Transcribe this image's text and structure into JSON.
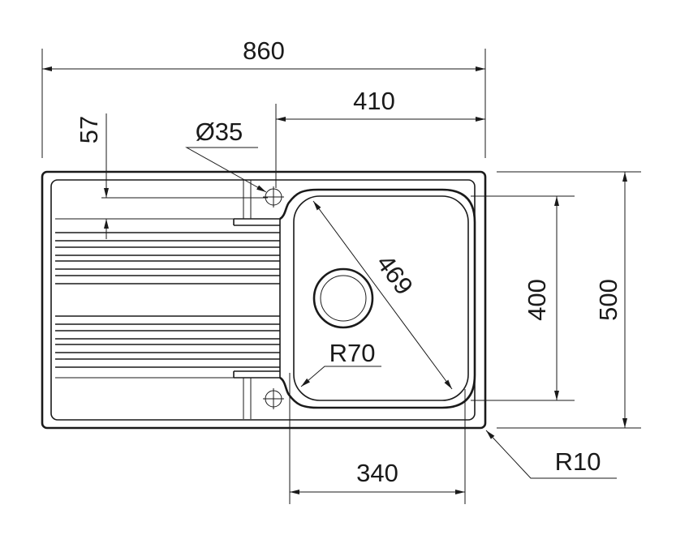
{
  "drawing": {
    "overall_width": "860",
    "tap_to_edge_width": "410",
    "tap_hole_diameter": "Ø35",
    "tap_hole_offset": "57",
    "bowl_diagonal": "469",
    "bowl_corner_radius": "R70",
    "bowl_height": "400",
    "overall_depth": "500",
    "bowl_width": "340",
    "outer_corner_radius": "R10"
  }
}
